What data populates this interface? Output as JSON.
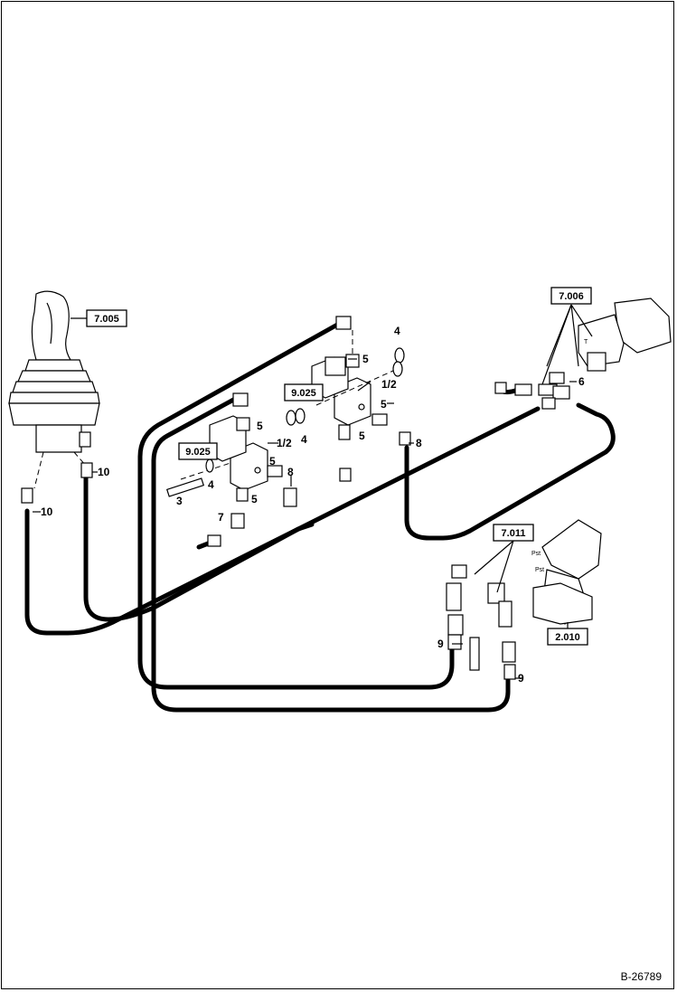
{
  "figure_id": "B-26789",
  "references": {
    "joystick": "7.005",
    "valve_top": "7.006",
    "valve_upper_solenoid": "9.025",
    "valve_lower_solenoid": "9.025",
    "pump": "7.011",
    "motor": "2.010"
  },
  "callouts": {
    "c1_2_upper": "1/2",
    "c1_2_lower": "1/2",
    "c3": "3",
    "c4_a": "4",
    "c4_b": "4",
    "c4_c": "4",
    "c5_a": "5",
    "c5_b": "5",
    "c5_c": "5",
    "c5_d": "5",
    "c5_e": "5",
    "c5_f": "5",
    "c6": "6",
    "c7": "7",
    "c8_a": "8",
    "c8_b": "8",
    "c9_a": "9",
    "c9_b": "9",
    "c10_a": "10",
    "c10_b": "10"
  },
  "port_labels": {
    "ps_a": "Pst",
    "ps_b": "Pst",
    "t_port": "T"
  }
}
